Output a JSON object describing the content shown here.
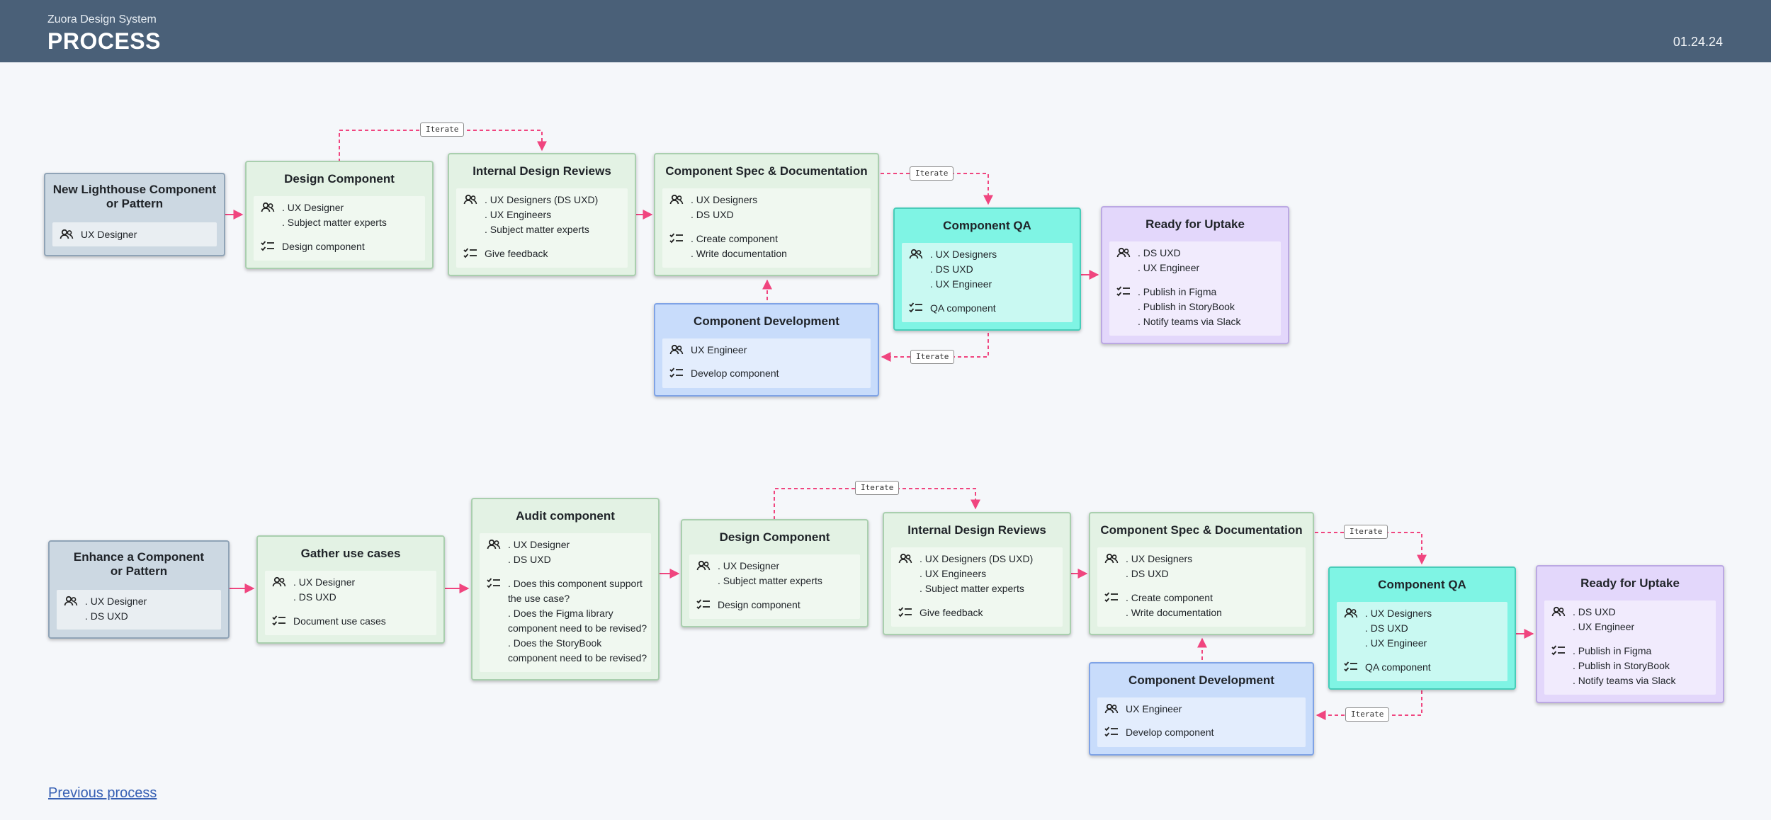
{
  "header": {
    "org": "Zuora Design System",
    "title": "PROCESS",
    "date": "01.24.24"
  },
  "iterate_label": "Iterate",
  "colors": {
    "header": "#4a6078",
    "connector": "#f0457f"
  },
  "flow1": {
    "start": {
      "title": [
        "New Lighthouse Component",
        "or Pattern"
      ],
      "people": [
        "UX Designer"
      ]
    },
    "design": {
      "title": "Design Component",
      "people": [
        ". UX Designer",
        ". Subject matter experts"
      ],
      "tasks": [
        "Design component"
      ]
    },
    "review": {
      "title": "Internal Design Reviews",
      "people": [
        ". UX Designers (DS UXD)",
        ". UX Engineers",
        ". Subject matter experts"
      ],
      "tasks": [
        "Give feedback"
      ]
    },
    "spec": {
      "title": "Component Spec &  Documentation",
      "people": [
        ". UX Designers",
        ". DS UXD"
      ],
      "tasks": [
        ". Create component",
        ". Write documentation"
      ]
    },
    "dev": {
      "title": "Component Development",
      "people": [
        "UX Engineer"
      ],
      "tasks": [
        "Develop component"
      ]
    },
    "qa": {
      "title": "Component QA",
      "people": [
        ". UX Designers",
        ". DS UXD",
        ". UX Engineer"
      ],
      "tasks": [
        "QA component"
      ]
    },
    "ready": {
      "title": "Ready for Uptake",
      "people": [
        ". DS UXD",
        ". UX Engineer"
      ],
      "tasks": [
        ". Publish in Figma",
        ". Publish in StoryBook",
        ". Notify teams via Slack"
      ]
    }
  },
  "flow2": {
    "start": {
      "title": [
        "Enhance a Component",
        "or Pattern"
      ],
      "people": [
        ". UX Designer",
        ". DS UXD"
      ]
    },
    "gather": {
      "title": "Gather use cases",
      "people": [
        ". UX Designer",
        ". DS UXD"
      ],
      "tasks": [
        "Document use cases"
      ]
    },
    "audit": {
      "title": "Audit component",
      "people": [
        ". UX Designer",
        ". DS UXD"
      ],
      "tasks": [
        ". Does this component support",
        "the use case?",
        ". Does the Figma library",
        "component need to be revised?",
        ". Does the StoryBook",
        "component need to be revised?"
      ]
    },
    "design": {
      "title": "Design Component",
      "people": [
        ". UX Designer",
        ". Subject matter experts"
      ],
      "tasks": [
        "Design component"
      ]
    },
    "review": {
      "title": "Internal Design Reviews",
      "people": [
        ". UX Designers (DS UXD)",
        ". UX Engineers",
        ". Subject matter experts"
      ],
      "tasks": [
        "Give feedback"
      ]
    },
    "spec": {
      "title": "Component Spec &  Documentation",
      "people": [
        ". UX Designers",
        ". DS UXD"
      ],
      "tasks": [
        ". Create component",
        ". Write documentation"
      ]
    },
    "dev": {
      "title": "Component Development",
      "people": [
        "UX Engineer"
      ],
      "tasks": [
        "Develop component"
      ]
    },
    "qa": {
      "title": "Component QA",
      "people": [
        ". UX Designers",
        ". DS UXD",
        ". UX Engineer"
      ],
      "tasks": [
        "QA component"
      ]
    },
    "ready": {
      "title": "Ready for Uptake",
      "people": [
        ". DS UXD",
        ". UX Engineer"
      ],
      "tasks": [
        ". Publish in Figma",
        ". Publish in StoryBook",
        ". Notify teams via Slack"
      ]
    }
  },
  "footer": {
    "previous_link": "Previous process"
  }
}
